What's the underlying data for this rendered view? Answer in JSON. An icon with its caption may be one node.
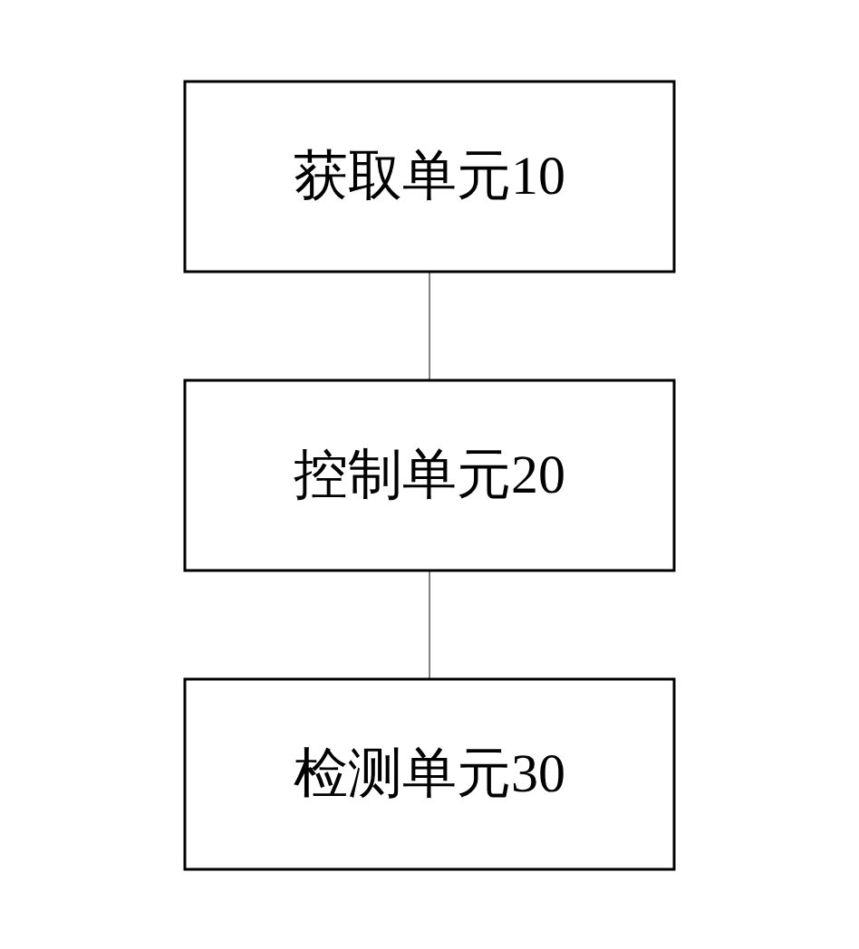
{
  "diagram": {
    "nodes": [
      {
        "text": [
          "获取单元10"
        ]
      },
      {
        "text": [
          "控制单元20"
        ]
      },
      {
        "text": [
          "检测单元30"
        ]
      }
    ],
    "edges": [
      {
        "from": 0,
        "to": 1,
        "arrow": "none"
      },
      {
        "from": 1,
        "to": 2,
        "arrow": "none"
      }
    ]
  }
}
